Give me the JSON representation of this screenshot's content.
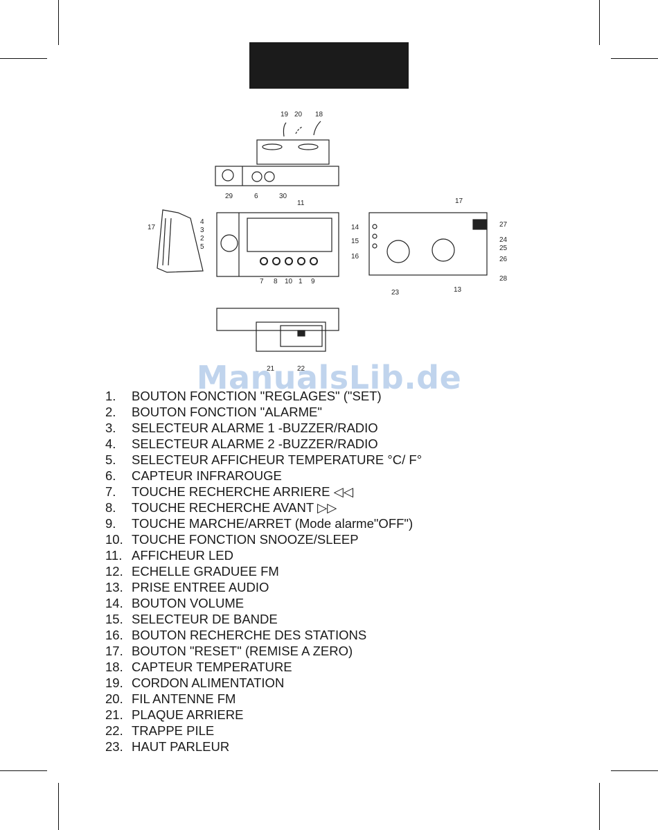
{
  "diagram": {
    "callouts_top": [
      "19",
      "20",
      "18"
    ],
    "callouts_controls": [
      "29",
      "6",
      "30",
      "11"
    ],
    "callouts_side": [
      "17",
      "4",
      "3",
      "2",
      "5"
    ],
    "callouts_front": [
      "7",
      "8",
      "10",
      "1",
      "9"
    ],
    "callouts_back_left": [
      "14",
      "15",
      "16"
    ],
    "callouts_back_right": [
      "17",
      "27",
      "24",
      "25",
      "26",
      "28",
      "13",
      "23"
    ],
    "callouts_bottom": [
      "21",
      "22"
    ]
  },
  "watermark": "ManualsLib.de",
  "parts": [
    {
      "num": "1.",
      "label": "BOUTON FONCTION \"REGLAGES\" (\"SET)"
    },
    {
      "num": "2.",
      "label": "BOUTON FONCTION \"ALARME\""
    },
    {
      "num": "3.",
      "label": "SELECTEUR ALARME 1 -BUZZER/RADIO"
    },
    {
      "num": "4.",
      "label": "SELECTEUR ALARME 2 -BUZZER/RADIO"
    },
    {
      "num": "5.",
      "label": "SELECTEUR AFFICHEUR TEMPERATURE  °C/ F°"
    },
    {
      "num": "6.",
      "label": "CAPTEUR INFRAROUGE"
    },
    {
      "num": "7.",
      "label": "TOUCHE RECHERCHE ARRIERE ◁◁"
    },
    {
      "num": "8.",
      "label": "TOUCHE RECHERCHE AVANT ▷▷"
    },
    {
      "num": "9.",
      "label": "TOUCHE MARCHE/ARRET (Mode alarme\"OFF\")"
    },
    {
      "num": "10.",
      "label": "TOUCHE FONCTION SNOOZE/SLEEP"
    },
    {
      "num": "11.",
      "label": "AFFICHEUR LED"
    },
    {
      "num": "12.",
      "label": "ECHELLE GRADUEE FM"
    },
    {
      "num": "13.",
      "label": "PRISE ENTREE AUDIO"
    },
    {
      "num": "14.",
      "label": "BOUTON VOLUME"
    },
    {
      "num": "15.",
      "label": "SELECTEUR DE BANDE"
    },
    {
      "num": "16.",
      "label": "BOUTON RECHERCHE DES STATIONS"
    },
    {
      "num": "17.",
      "label": "BOUTON \"RESET\" (REMISE A ZERO)"
    },
    {
      "num": "18.",
      "label": "CAPTEUR TEMPERATURE"
    },
    {
      "num": "19.",
      "label": "CORDON ALIMENTATION"
    },
    {
      "num": "20.",
      "label": "FIL ANTENNE FM"
    },
    {
      "num": "21.",
      "label": "PLAQUE ARRIERE"
    },
    {
      "num": "22.",
      "label": "TRAPPE PILE"
    },
    {
      "num": "23.",
      "label": "HAUT PARLEUR"
    }
  ]
}
